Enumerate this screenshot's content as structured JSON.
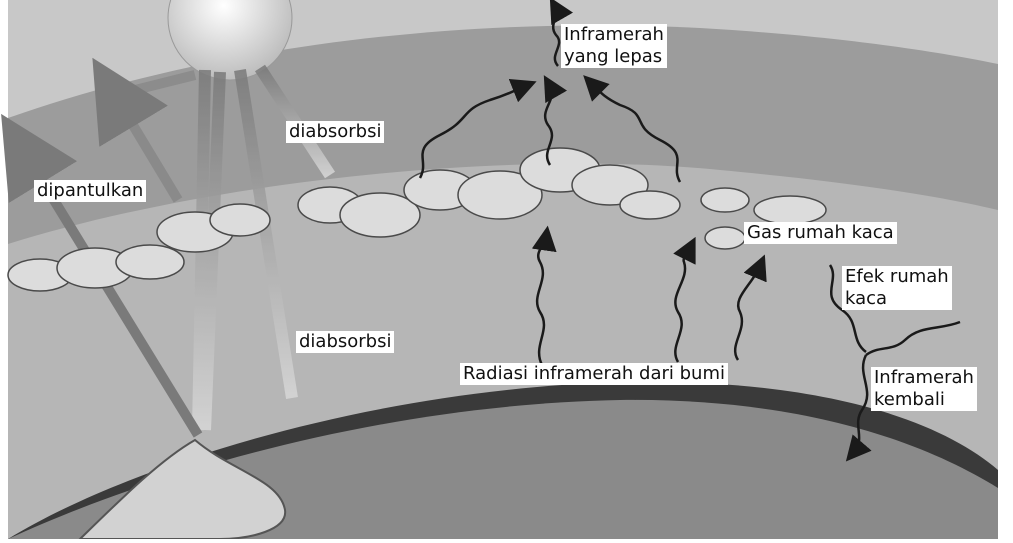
{
  "labels": {
    "escaped_infrared": "Inframerah\nyang lepas",
    "absorbed_top": "diabsorbsi",
    "reflected": "dipantulkan",
    "greenhouse_gas": "Gas rumah kaca",
    "greenhouse_effect": "Efek rumah\nkaca",
    "absorbed_bottom": "diabsorbsi",
    "earth_infrared_radiation": "Radiasi inframerah dari bumi",
    "infrared_returned": "Inframerah\nkembali"
  },
  "colors": {
    "background": "#ffffff",
    "space": "#c8c8c8",
    "outer_atmosphere_band": "#9c9c9c",
    "inner_atmosphere": "#b6b6b6",
    "earth_surface": "#8a8a8a",
    "earth_crust": "#3a3a3a",
    "sun": "#e6e6e6",
    "cloud": "#dcdcdc",
    "arrow": "#1a1a1a"
  }
}
